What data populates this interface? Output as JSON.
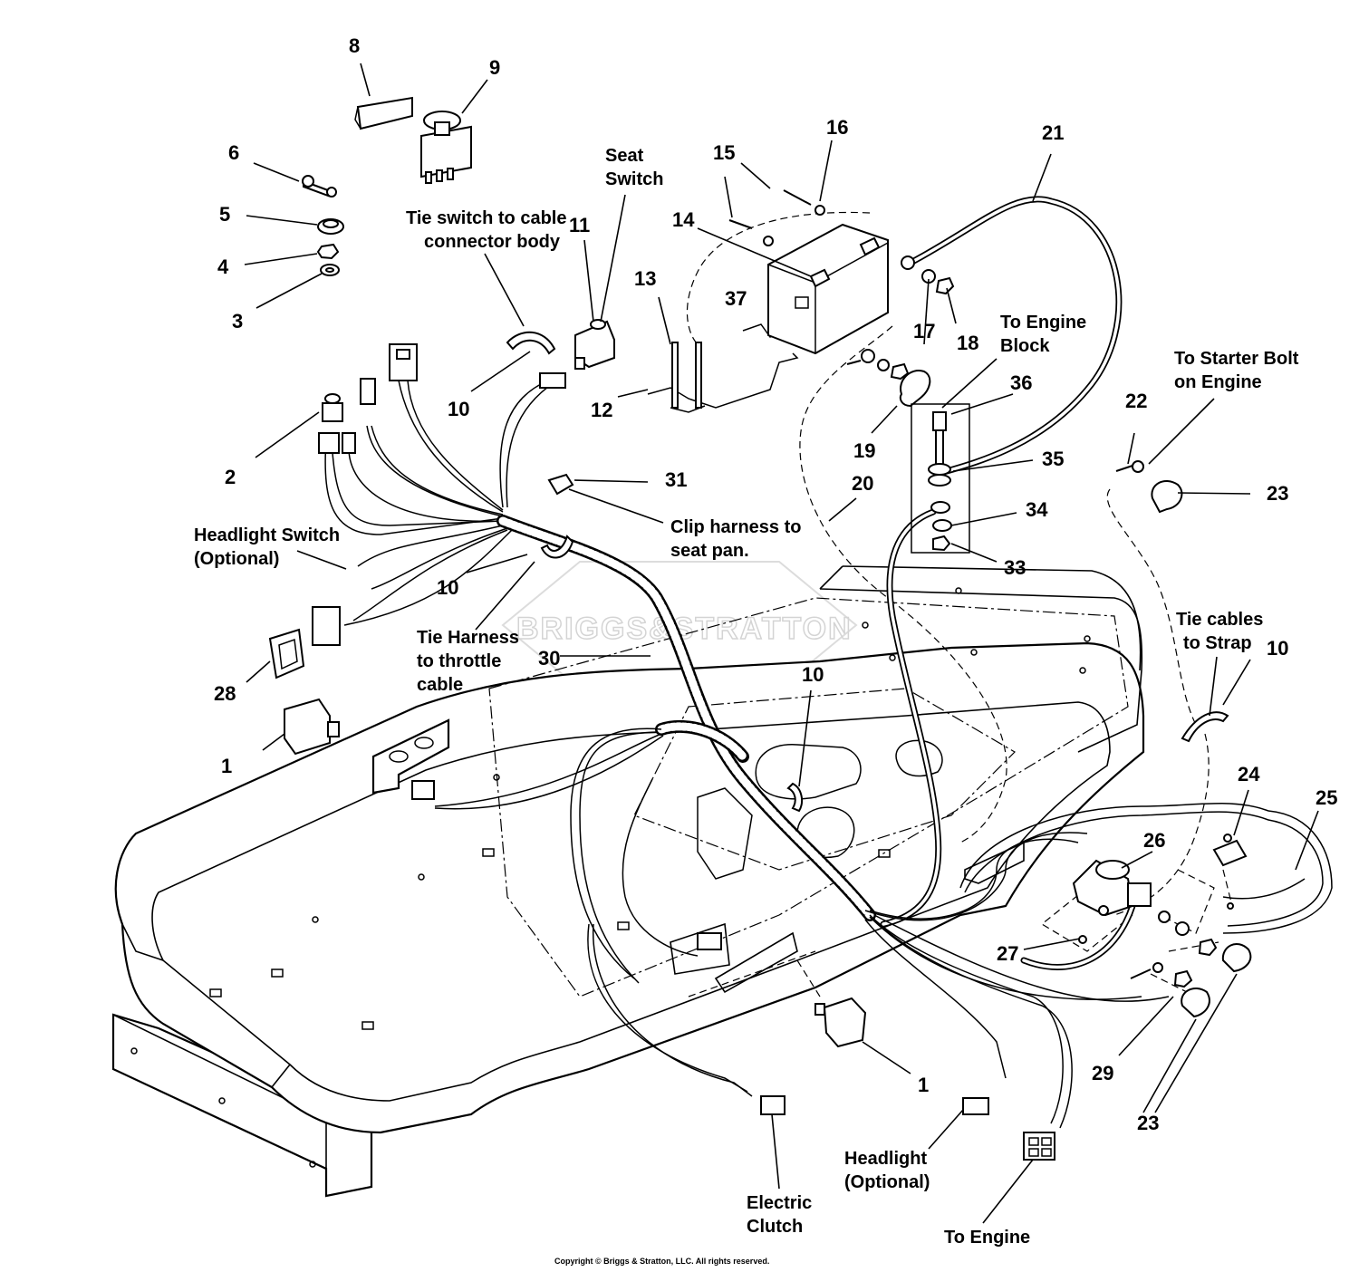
{
  "diagram": {
    "watermark": "BRIGGS&STRATTON",
    "copyright": "Copyright © Briggs & Stratton, LLC. All rights reserved.",
    "callouts": {
      "n1a": "1",
      "n1b": "1",
      "n2": "2",
      "n3": "3",
      "n4": "4",
      "n5": "5",
      "n6": "6",
      "n8": "8",
      "n9": "9",
      "n10a": "10",
      "n10b": "10",
      "n10c": "10",
      "n10d": "10",
      "n11": "11",
      "n12": "12",
      "n13": "13",
      "n14": "14",
      "n15": "15",
      "n16": "16",
      "n17": "17",
      "n18": "18",
      "n19": "19",
      "n20": "20",
      "n21": "21",
      "n22": "22",
      "n23a": "23",
      "n23b": "23",
      "n24": "24",
      "n25": "25",
      "n26": "26",
      "n27": "27",
      "n28": "28",
      "n29": "29",
      "n30": "30",
      "n31": "31",
      "n33": "33",
      "n34": "34",
      "n35": "35",
      "n36": "36",
      "n37": "37"
    },
    "notes": {
      "seat_switch": [
        "Seat",
        "Switch"
      ],
      "tie_switch": [
        "Tie switch to cable",
        "connector body"
      ],
      "to_engine_block": [
        "To Engine",
        "Block"
      ],
      "to_starter_bolt": [
        "To Starter Bolt",
        "on Engine"
      ],
      "headlight_switch": [
        "Headlight Switch",
        "(Optional)"
      ],
      "clip_harness": [
        "Clip harness to",
        "seat pan."
      ],
      "tie_harness": [
        "Tie Harness",
        "to throttle",
        "cable"
      ],
      "tie_cables": [
        "Tie cables",
        "to Strap"
      ],
      "electric_clutch": [
        "Electric",
        "Clutch"
      ],
      "headlight": [
        "Headlight",
        "(Optional)"
      ],
      "to_engine": "To Engine"
    }
  }
}
